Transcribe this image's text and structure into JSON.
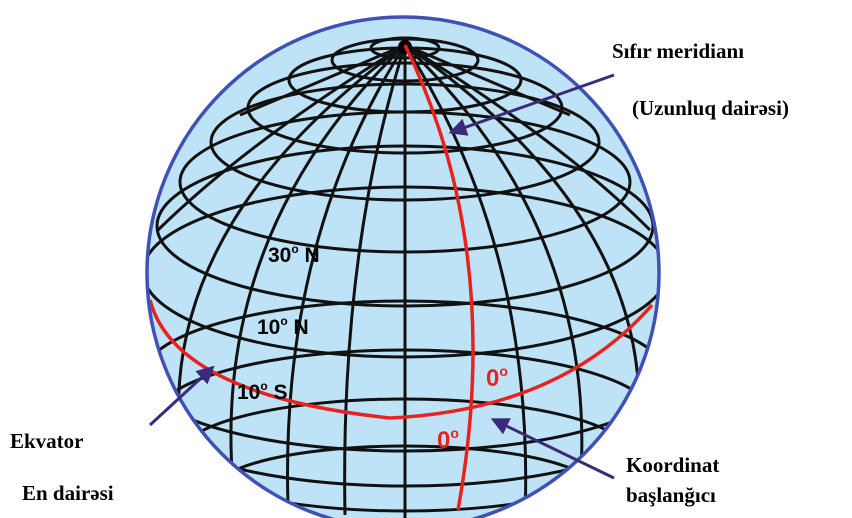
{
  "labels": {
    "zero_meridian": "Sıfır meridianı",
    "longitude_circle": "(Uzunluq dairəsi)",
    "equator": "Ekvator",
    "latitude_circle": "En dairəsi",
    "origin_line1": "Koordinat",
    "origin_line2": "başlanğıcı"
  },
  "latitude_labels": {
    "lat30n": {
      "deg": "30",
      "sup": "o",
      "dir": " N"
    },
    "lat10n": {
      "deg": "10",
      "sup": "o",
      "dir": " N"
    },
    "lat10s": {
      "deg": "10",
      "sup": "o",
      "dir": " S"
    }
  },
  "zero_marks": {
    "upper": {
      "deg": "0",
      "sup": "o"
    },
    "lower": {
      "deg": "0",
      "sup": "o"
    }
  },
  "colors": {
    "ocean": "#bfe3f6",
    "outline": "#3f51b5",
    "grid": "#111111",
    "highlight": "#e8231f",
    "arrow": "#3b2a7a"
  }
}
